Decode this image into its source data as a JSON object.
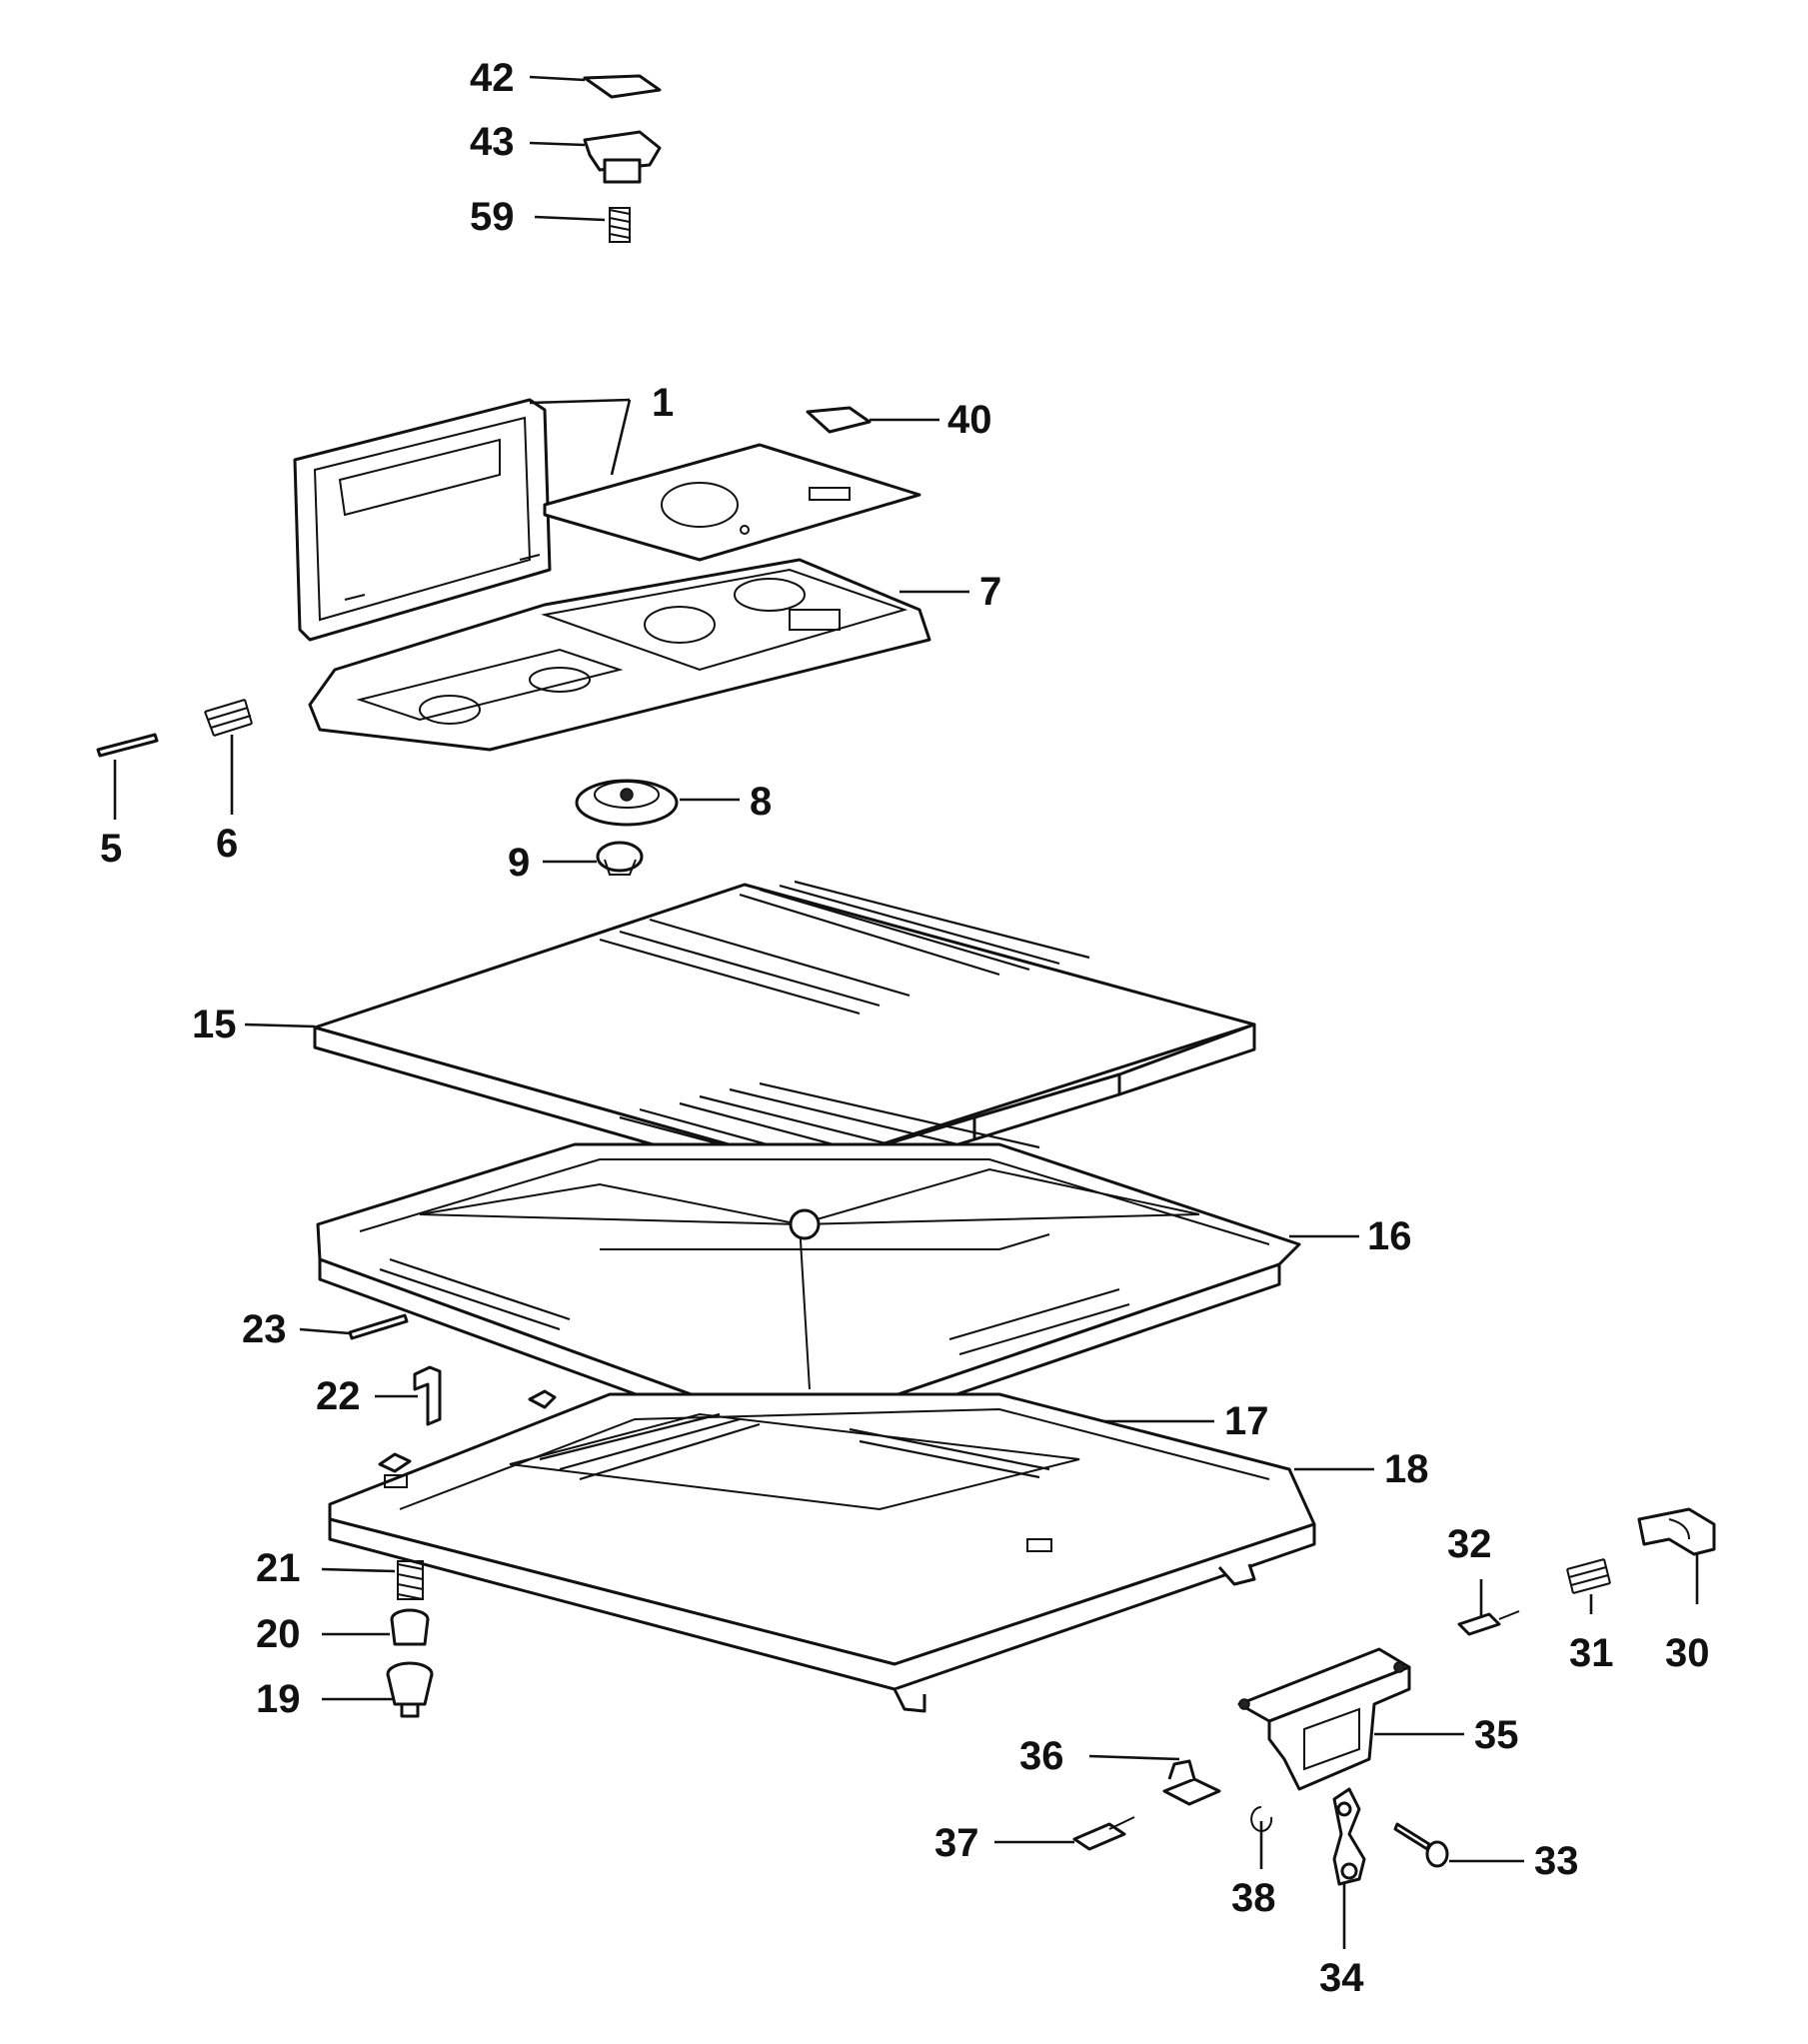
{
  "callouts": {
    "c42": "42",
    "c43": "43",
    "c59": "59",
    "c1": "1",
    "c40": "40",
    "c7": "7",
    "c5": "5",
    "c6": "6",
    "c8": "8",
    "c9": "9",
    "c15": "15",
    "c16": "16",
    "c23": "23",
    "c22": "22",
    "c17": "17",
    "c18": "18",
    "c21": "21",
    "c20": "20",
    "c19": "19",
    "c32": "32",
    "c31": "31",
    "c30": "30",
    "c35": "35",
    "c36": "36",
    "c37": "37",
    "c38": "38",
    "c34": "34",
    "c33": "33"
  }
}
